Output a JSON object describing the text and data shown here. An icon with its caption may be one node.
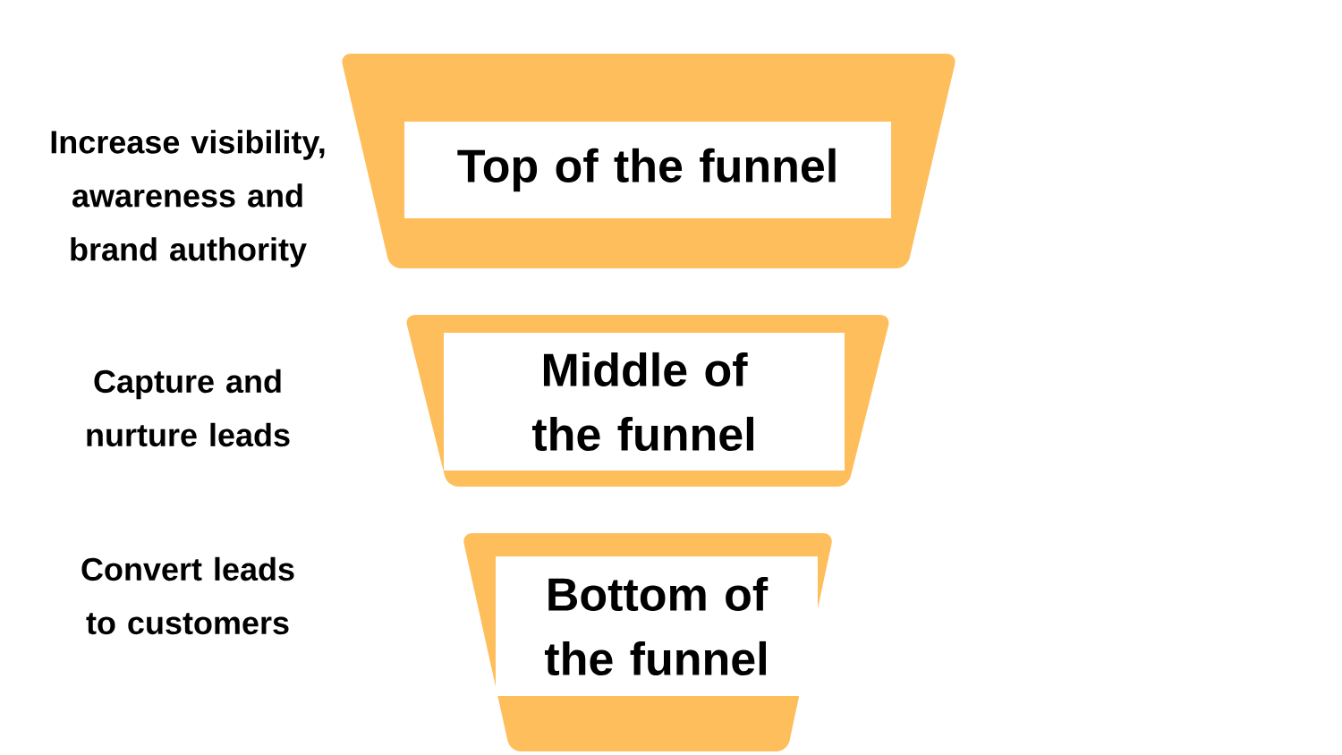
{
  "diagram": {
    "nodes": [
      {
        "text": [
          "Top of the funnel"
        ]
      },
      {
        "text": [
          "Middle of the funnel"
        ]
      },
      {
        "text": [
          "Bottom of the funnel"
        ]
      }
    ],
    "labels": [
      "Increase visibility, awareness and brand authority",
      "Capture and nurture leads",
      "Convert leads to customers"
    ]
  }
}
